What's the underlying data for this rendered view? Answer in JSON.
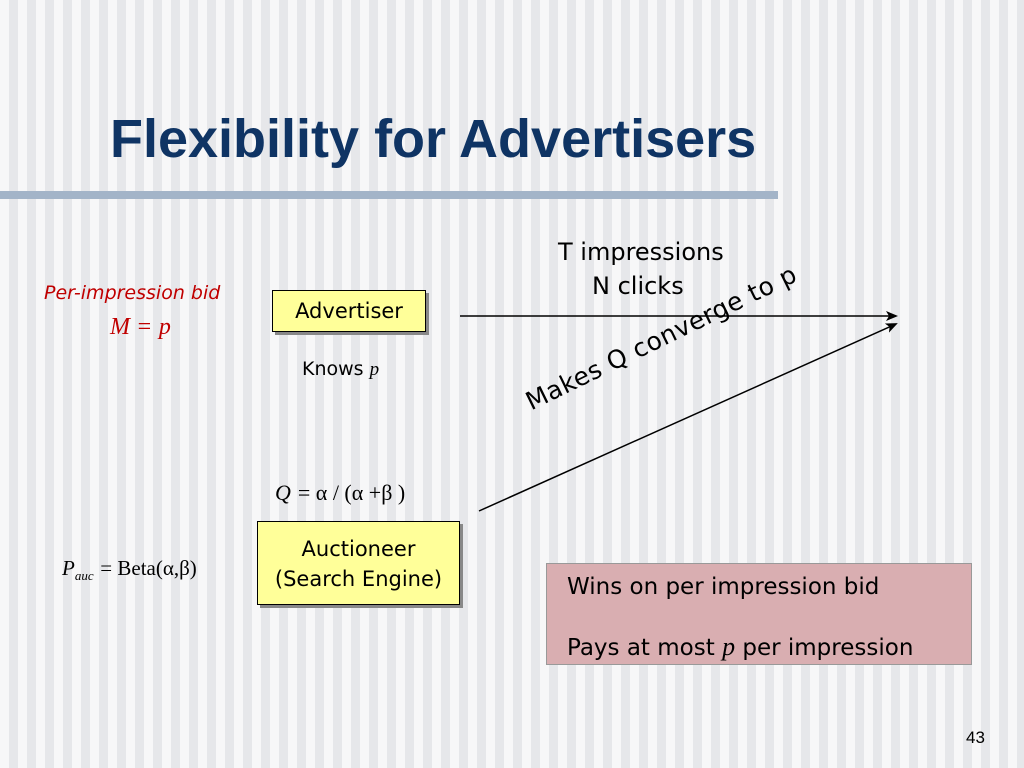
{
  "slide": {
    "title": "Flexibility for Advertisers",
    "page_number": "43"
  },
  "advertiser": {
    "box_label": "Advertiser",
    "bid_label": "Per-impression bid",
    "bid_lhs": "M",
    "bid_eq": "=",
    "bid_rhs": "p",
    "knows_prefix": "Knows",
    "knows_var": "p"
  },
  "outcome": {
    "impressions": "T impressions",
    "clicks": "N clicks"
  },
  "auctioneer": {
    "line_1": "Auctioneer",
    "line_2": "(Search Engine)",
    "q_lhs": "Q",
    "q_rhs": "= α / (α +β )",
    "pauc_var": "P",
    "pauc_sub": "auc",
    "pauc_rhs": "= Beta(α,β)"
  },
  "converge_label": "Makes Q converge to p",
  "result_box": {
    "line_1": "Wins on per impression bid",
    "line_2_prefix": "Pays at most",
    "line_2_var": "p",
    "line_2_suffix": "per impression"
  },
  "colors": {
    "title": "#0f3464",
    "bid_text": "#c00000",
    "box_fill": "#ffff99",
    "result_fill": "#d9aeb1",
    "rule": "#a3b4c8"
  }
}
